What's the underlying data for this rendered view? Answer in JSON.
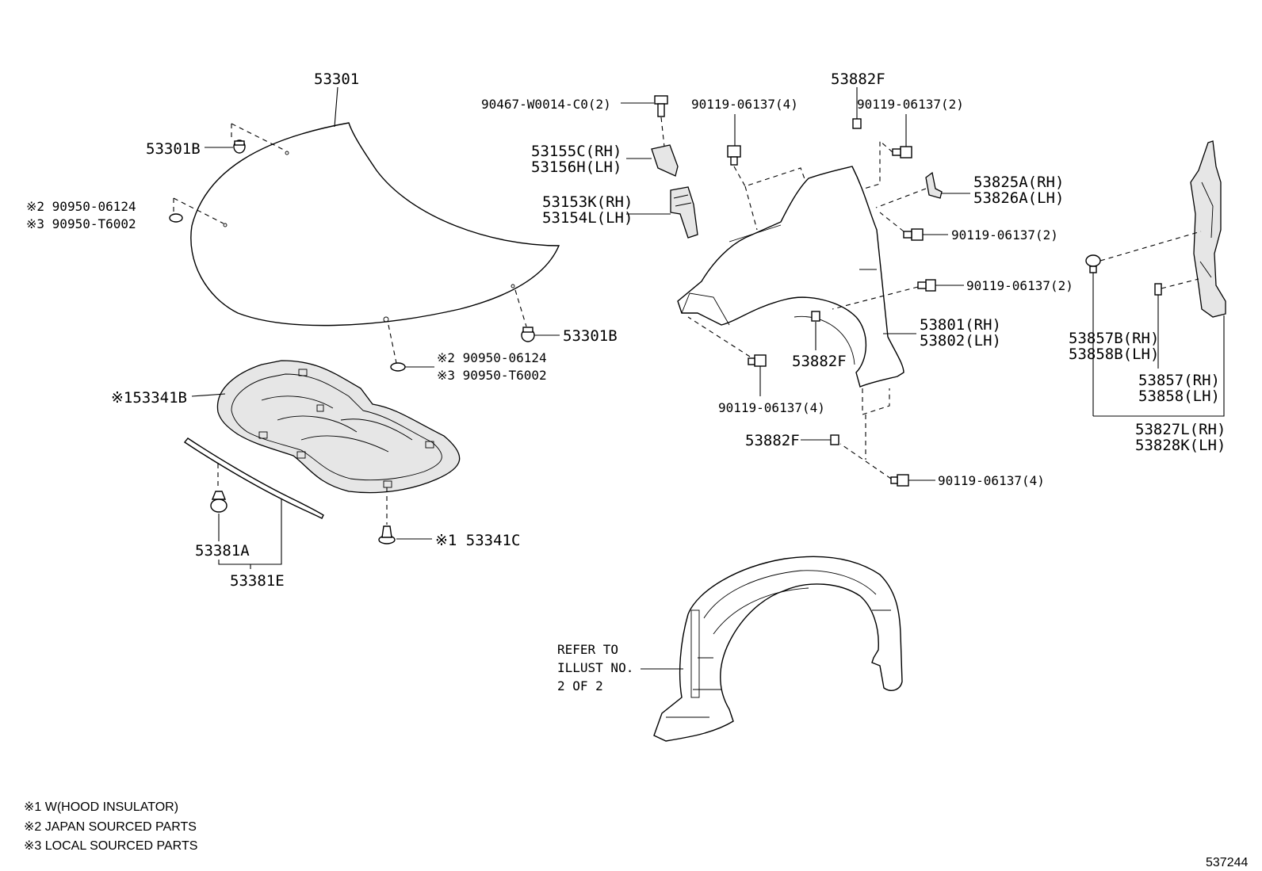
{
  "labels": {
    "hood": "53301",
    "hood_cushion_top": "53301B",
    "hood_cushion_bottom": "53301B",
    "seal_top_jp": "※2 90950-06124",
    "seal_top_local": "※3 90950-T6002",
    "seal_bottom_jp": "※2 90950-06124",
    "seal_bottom_local": "※3 90950-T6002",
    "insulator": "※153341B",
    "insulator_clip": "※1 53341C",
    "seal_clip": "53381A",
    "seal": "53381E",
    "screw_top": "90467-W0014-C0(2)",
    "bracket_rh": "53155C(RH)",
    "bracket_lh": "53156H(LH)",
    "seal_fender_rh": "53153K(RH)",
    "seal_fender_lh": "53154L(LH)",
    "bolt_top_4": "90119-06137(4)",
    "nut_top": "53882F",
    "bolt_top_2": "90119-06137(2)",
    "bracket_fender_rh": "53825A(RH)",
    "bracket_fender_lh": "53826A(LH)",
    "bolt_side_2a": "90119-06137(2)",
    "bolt_side_2b": "90119-06137(2)",
    "fender_rh": "53801(RH)",
    "fender_lh": "53802(LH)",
    "nut_mid": "53882F",
    "bolt_low_4": "90119-06137(4)",
    "nut_low": "53882F",
    "bolt_bottom_4": "90119-06137(4)",
    "clip_rh": "53857B(RH)",
    "clip_lh": "53858B(LH)",
    "seal_side_rh": "53857(RH)",
    "seal_side_lh": "53858(LH)",
    "seal_assy_rh": "53827L(RH)",
    "seal_assy_lh": "53828K(LH)"
  },
  "refer": {
    "line1": "REFER TO",
    "line2": "ILLUST NO.",
    "line3": "2 OF 2"
  },
  "notes": [
    "※1 W(HOOD INSULATOR)",
    "※2 JAPAN SOURCED PARTS",
    "※3 LOCAL SOURCED PARTS"
  ],
  "illustration_number": "537244"
}
